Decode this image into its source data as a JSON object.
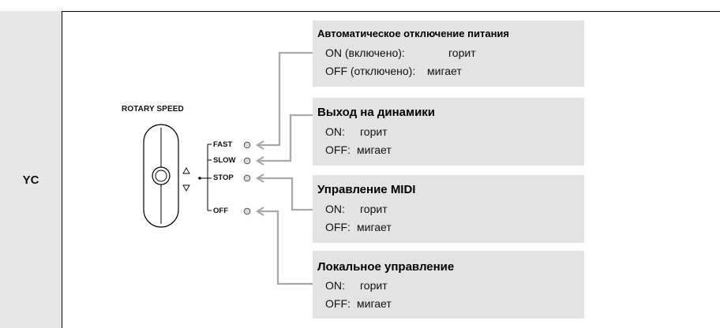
{
  "model_label": "YC",
  "rotary_label": "ROTARY SPEED",
  "leds": {
    "fast": "FAST",
    "slow": "SLOW",
    "stop": "STOP",
    "off": "OFF"
  },
  "colors": {
    "box_bg": "#e3e3e3",
    "side_bg": "#e7e7e7",
    "arrow": "#a8a8a8"
  },
  "boxes": [
    {
      "title": "Автоматическое отключение питания",
      "line1_key": "ON (включено):",
      "line1_val": "горит",
      "line2_key": "OFF (отключено):",
      "line2_val": "мигает"
    },
    {
      "title": "Выход на динамики",
      "line1_key": "ON:",
      "line1_val": "горит",
      "line2_key": "OFF:",
      "line2_val": "мигает"
    },
    {
      "title": "Управление MIDI",
      "line1_key": "ON:",
      "line1_val": "горит",
      "line2_key": "OFF:",
      "line2_val": "мигает"
    },
    {
      "title": "Локальное управление",
      "line1_key": "ON:",
      "line1_val": "горит",
      "line2_key": "OFF:",
      "line2_val": "мигает"
    }
  ]
}
